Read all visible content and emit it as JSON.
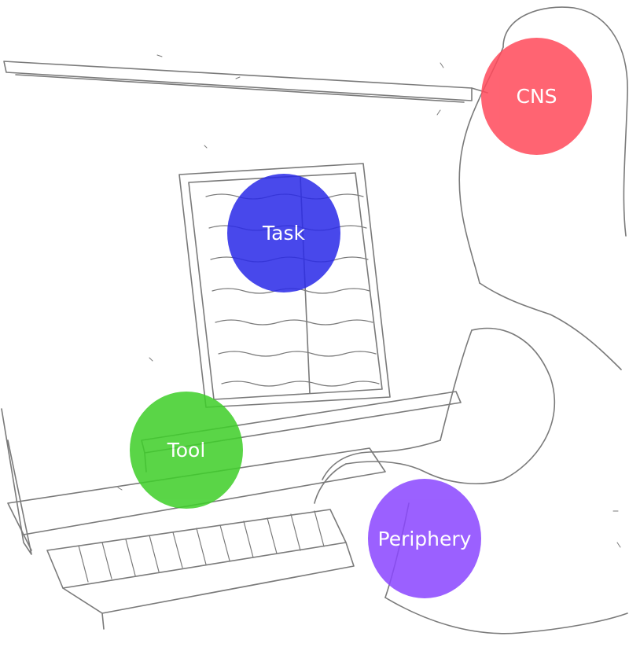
{
  "diagram": {
    "nodes": [
      {
        "key": "cns",
        "label": "CNS",
        "color": "#ff4b5c"
      },
      {
        "key": "task",
        "label": "Task",
        "color": "#2b2be8"
      },
      {
        "key": "tool",
        "label": "Tool",
        "color": "#3fcf2a"
      },
      {
        "key": "periphery",
        "label": "Periphery",
        "color": "#8b47ff"
      }
    ]
  },
  "illustration": {
    "subject": "line-drawing of a person playing an upright piano",
    "line_color": "#7a7a7a"
  }
}
